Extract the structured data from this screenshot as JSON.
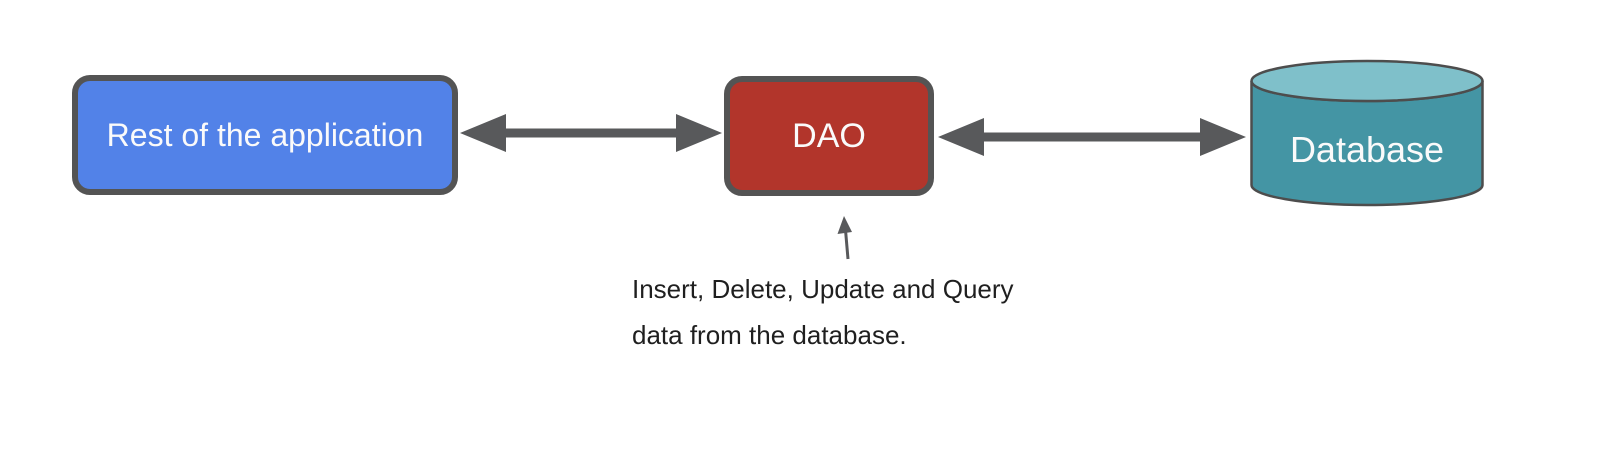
{
  "diagram": {
    "app_box": {
      "label": "Rest of the application"
    },
    "dao_box": {
      "label": "DAO"
    },
    "database": {
      "label": "Database"
    },
    "annotation": {
      "line1": "Insert, Delete, Update and Query",
      "line2": "data from the database."
    }
  },
  "icons": {
    "arrow_app_dao": "double-headed-arrow",
    "arrow_dao_db": "double-headed-arrow",
    "annotation_arrow": "up-arrow",
    "database_shape": "cylinder"
  },
  "colors": {
    "app-box-fill": "#5282e8",
    "dao-box-fill": "#b2352b",
    "db-body-fill": "#4495a4",
    "db-top-fill": "#7fc0ca",
    "box-border": "#545454",
    "db-stroke": "#4d4d4d",
    "arrow-gray": "#58595b",
    "box-text": "#fafafa",
    "annotation-text": "#1f1f1f"
  }
}
